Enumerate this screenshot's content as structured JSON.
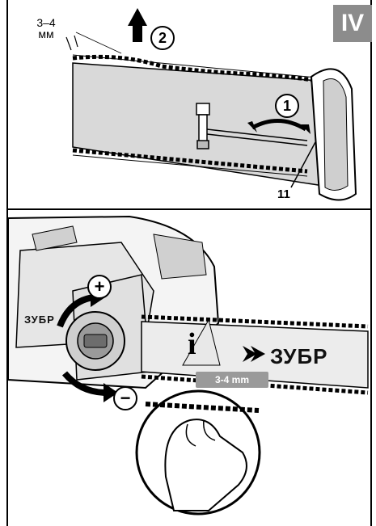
{
  "badge": {
    "step": "IV"
  },
  "top_figure": {
    "gap_value": "3–4",
    "gap_unit": "мм",
    "step_1": "1",
    "step_2": "2",
    "part_number": "11",
    "icons": [
      "arrow-up-icon",
      "curved-double-arrow-icon",
      "tension-screw-icon"
    ]
  },
  "bottom_figure": {
    "plus": "+",
    "minus": "−",
    "brand_small": "ЗУБР",
    "brand_large": "ЗУБР",
    "info_mark": "i",
    "gap_tag": "3-4 mm",
    "icons": [
      "info-icon",
      "tension-knob-icon",
      "hand-pull-chain-icon",
      "rotate-clockwise-icon",
      "rotate-counterclockwise-icon"
    ]
  },
  "colors": {
    "badge_bg": "#8c8c8c",
    "bar_fill": "#d9d9d9",
    "tag_bg": "#9a9a9a",
    "line": "#000000"
  }
}
